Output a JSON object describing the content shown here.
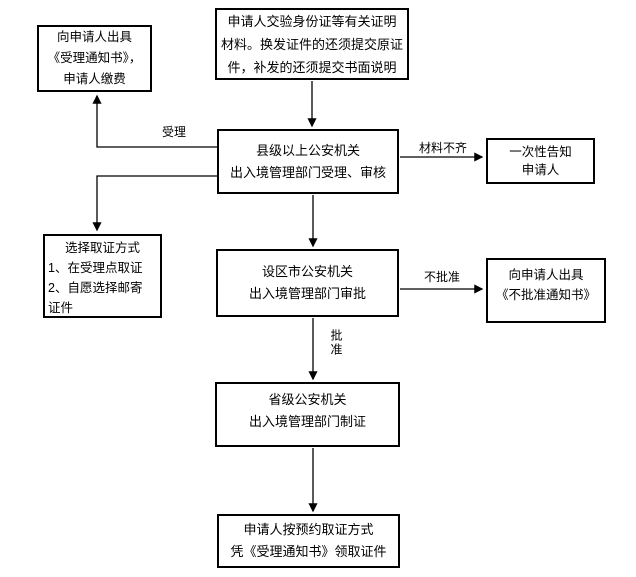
{
  "flowchart": {
    "nodes": {
      "submit_materials": {
        "lines": [
          "申请人交验身份证等有关证明",
          "材料。换发证件的还须提交原证",
          "件，补发的还须提交书面说明"
        ]
      },
      "issue_acceptance_notice": {
        "lines": [
          "向申请人出具",
          "《受理通知书》，",
          "申请人缴费"
        ]
      },
      "county_acceptance": {
        "lines": [
          "县级以上公安机关",
          "出入境管理部门受理、审核"
        ]
      },
      "one_time_notify": {
        "lines": [
          "一次性告知",
          "申请人"
        ]
      },
      "choose_delivery": {
        "lines": [
          "选择取证方式",
          "1、在受理点取证",
          "2、自愿选择邮寄",
          "证件"
        ]
      },
      "city_approval": {
        "lines": [
          "设区市公安机关",
          "出入境管理部门审批"
        ]
      },
      "not_approved_notice": {
        "lines": [
          "向申请人出具",
          "《不批准通知书》"
        ]
      },
      "province_production": {
        "lines": [
          "省级公安机关",
          "出入境管理部门制证"
        ]
      },
      "collect_certificate": {
        "lines": [
          "申请人按预约取证方式",
          "凭《受理通知书》领取证件"
        ]
      }
    },
    "edge_labels": {
      "accepted": "受理",
      "materials_incomplete": "材料不齐",
      "not_approved": "不批准",
      "approved": "批准"
    },
    "colors": {
      "line": "#000000",
      "box_border": "#000000",
      "background": "#ffffff",
      "text": "#000000"
    }
  }
}
